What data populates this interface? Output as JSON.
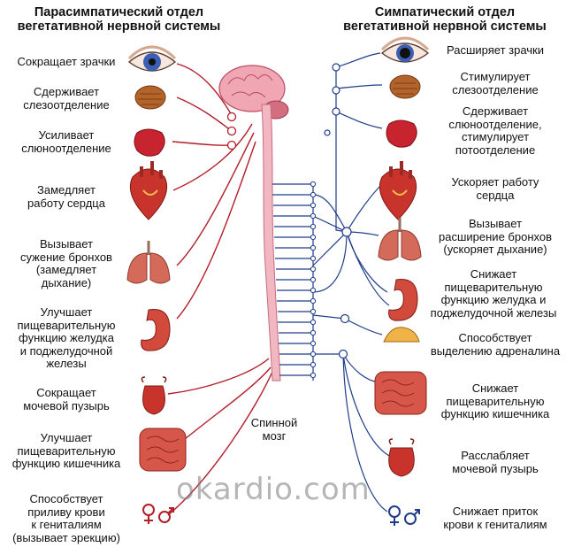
{
  "titles": {
    "parasympathetic": [
      "Парасимпатический отдел",
      "вегетативной нервной системы"
    ],
    "sympathetic": [
      "Симпатический отдел",
      "вегетативной нервной системы"
    ]
  },
  "spinal_cord_label": [
    "Спинной",
    "мозг"
  ],
  "watermark": "okardio.com",
  "parasympathetic_effects": [
    {
      "organ": "eye-icon",
      "text": [
        "Сокращает зрачки"
      ]
    },
    {
      "organ": "lacrimal-gland-icon",
      "text": [
        "Сдерживает",
        "слезоотделение"
      ]
    },
    {
      "organ": "salivary-gland-icon",
      "text": [
        "Усиливает",
        "слюноотделение"
      ]
    },
    {
      "organ": "heart-icon",
      "text": [
        "Замедляет",
        "работу сердца"
      ]
    },
    {
      "organ": "lungs-icon",
      "text": [
        "Вызывает",
        "сужение бронхов",
        "(замедляет",
        "дыхание)"
      ]
    },
    {
      "organ": "stomach-pancreas-icon",
      "text": [
        "Улучшает",
        "пищеварительную",
        "функцию желудка",
        "и поджелудочной",
        "железы"
      ]
    },
    {
      "organ": "bladder-icon",
      "text": [
        "Сокращает",
        "мочевой пузырь"
      ]
    },
    {
      "organ": "intestines-icon",
      "text": [
        "Улучшает",
        "пищеварительную",
        "функцию кишечника"
      ]
    },
    {
      "organ": "genitals-icon",
      "text": [
        "Способствует",
        "приливу крови",
        "к гениталиям",
        "(вызывает эрекцию)"
      ]
    }
  ],
  "sympathetic_effects": [
    {
      "organ": "eye-icon",
      "text": [
        "Расширяет зрачки"
      ]
    },
    {
      "organ": "lacrimal-gland-icon",
      "text": [
        "Стимулирует",
        "слезоотделение"
      ]
    },
    {
      "organ": "salivary-gland-icon",
      "text": [
        "Сдерживает",
        "слюноотделение,",
        "стимулирует",
        "потоотделение"
      ]
    },
    {
      "organ": "heart-icon",
      "text": [
        "Ускоряет работу",
        "сердца"
      ]
    },
    {
      "organ": "lungs-icon",
      "text": [
        "Вызывает",
        "расширение бронхов",
        "(ускоряет дыхание)"
      ]
    },
    {
      "organ": "stomach-pancreas-icon",
      "text": [
        "Снижает",
        "пищеварительную",
        "функцию желудка и",
        "поджелудочной железы"
      ]
    },
    {
      "organ": "adrenal-gland-icon",
      "text": [
        "Способствует",
        "выделению адреналина"
      ]
    },
    {
      "organ": "intestines-icon",
      "text": [
        "Снижает",
        "пищеварительную",
        "функцию кишечника"
      ]
    },
    {
      "organ": "bladder-icon",
      "text": [
        "Расслабляет",
        "мочевой пузырь"
      ]
    },
    {
      "organ": "genitals-icon",
      "text": [
        "Снижает приток",
        "крови к гениталиям"
      ]
    }
  ],
  "colors": {
    "parasympathetic_nerve": "#b21d2a",
    "sympathetic_nerve": "#1f3d8a",
    "spinal_cord": "#f2b8c2",
    "organ_red": "#c8342b",
    "watermark": "#8a8a8a"
  }
}
